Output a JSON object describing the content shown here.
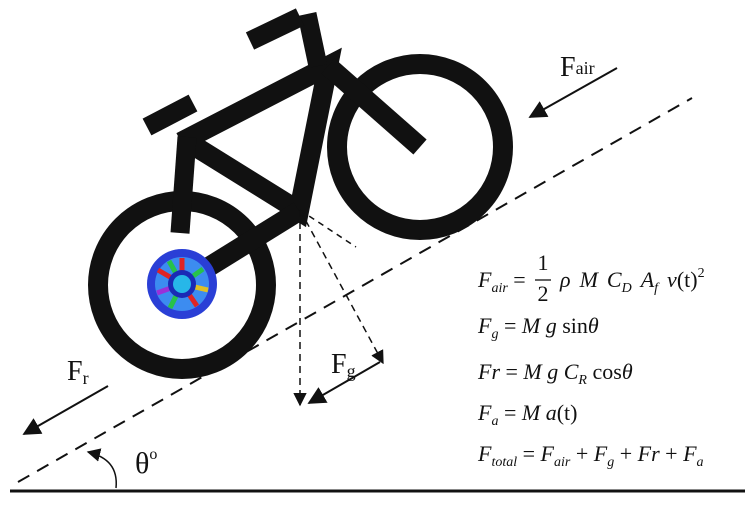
{
  "labels": {
    "f_air": "F",
    "f_air_sub": "air",
    "f_r": "F",
    "f_r_sub": "r",
    "f_g": "F",
    "f_g_sub": "g",
    "theta": "θ",
    "theta_unit": "o"
  },
  "equations": {
    "eq1": {
      "lhs": "F",
      "lhs_sub": "air",
      "eq": " = ",
      "frac_num": "1",
      "frac_den": "2",
      "rho": "ρ",
      "m": "M",
      "c": "C",
      "c_sub": "D",
      "a": "A",
      "a_sub": "f",
      "v": "v",
      "t": "(t)",
      "pow": "2"
    },
    "eq2": {
      "lhs": "F",
      "lhs_sub": "g",
      "rhs_plain": " = ",
      "rhs_it": "M g",
      "rhs_tail": " sin",
      "theta": "θ"
    },
    "eq3": {
      "lhs": "Fr",
      "rhs_plain": " = ",
      "rhs_it": "M g C",
      "rhs_sub": "R",
      "rhs_tail": " cos",
      "theta": "θ"
    },
    "eq4": {
      "lhs": "F",
      "lhs_sub": "a",
      "rhs_plain": " = ",
      "rhs_it": "M a",
      "rhs_tail": "(t)"
    },
    "eq5": {
      "lhs": "F",
      "lhs_sub": "total",
      "eq": " = ",
      "t1": "F",
      "t1_sub": "air",
      "plus": " + ",
      "t2": "F",
      "t2_sub": "g",
      "t3": "Fr",
      "t4": "F",
      "t4_sub": "a"
    }
  },
  "colors": {
    "ink": "#111111",
    "hub_ring": "#2a3fd6",
    "hub_inner": "#27b7e8"
  },
  "icons": {
    "bicycle": "bicycle-icon",
    "motor_hub": "motor-hub-icon"
  }
}
